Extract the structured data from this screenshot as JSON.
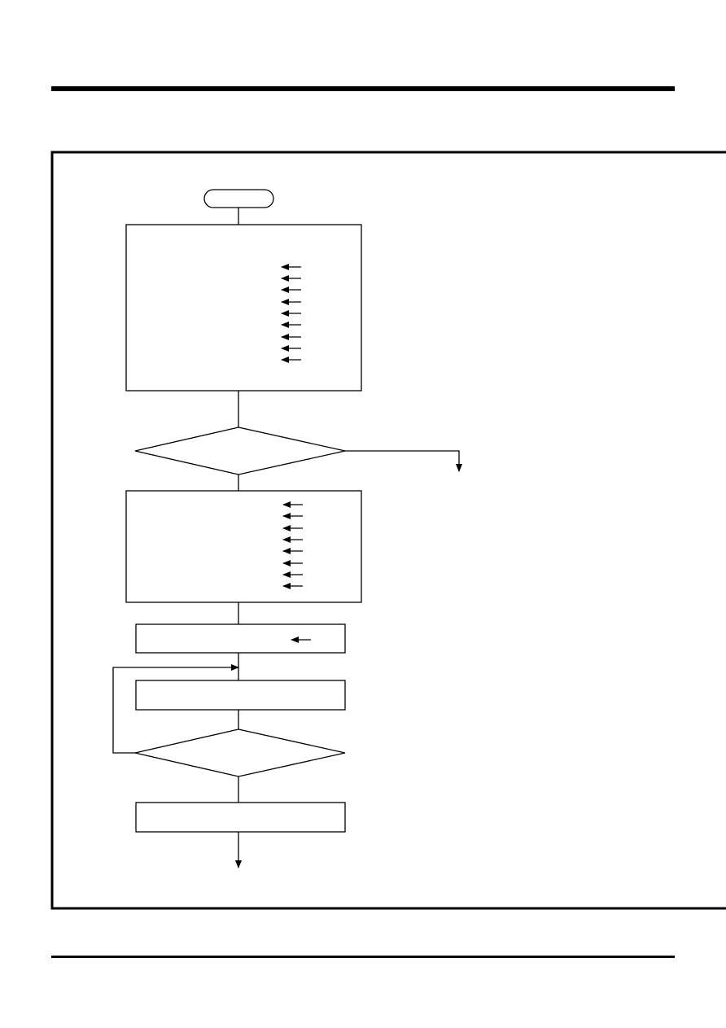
{
  "diagram": {
    "colors": {
      "line": "#000000",
      "background": "#ffffff"
    },
    "nodes": [
      {
        "id": "start",
        "shape": "terminator"
      },
      {
        "id": "init-block-1",
        "shape": "process",
        "assignment_arrows": 9
      },
      {
        "id": "decision-1",
        "shape": "decision"
      },
      {
        "id": "init-block-2",
        "shape": "process",
        "assignment_arrows": 8
      },
      {
        "id": "process-3",
        "shape": "process",
        "assignment_arrows": 1
      },
      {
        "id": "process-4",
        "shape": "process",
        "assignment_arrows": 0
      },
      {
        "id": "decision-2",
        "shape": "decision"
      },
      {
        "id": "process-5",
        "shape": "process",
        "assignment_arrows": 0
      }
    ],
    "edges": [
      {
        "from": "start",
        "to": "init-block-1"
      },
      {
        "from": "init-block-1",
        "to": "decision-1"
      },
      {
        "from": "decision-1",
        "to": "init-block-2",
        "branch": "down"
      },
      {
        "from": "decision-1",
        "to": "off-page",
        "branch": "right"
      },
      {
        "from": "init-block-2",
        "to": "process-3"
      },
      {
        "from": "process-3",
        "to": "process-4"
      },
      {
        "from": "process-4",
        "to": "decision-2"
      },
      {
        "from": "decision-2",
        "to": "process-4",
        "branch": "loop-back"
      },
      {
        "from": "decision-2",
        "to": "process-5",
        "branch": "down"
      },
      {
        "from": "process-5",
        "to": "off-page"
      }
    ]
  }
}
